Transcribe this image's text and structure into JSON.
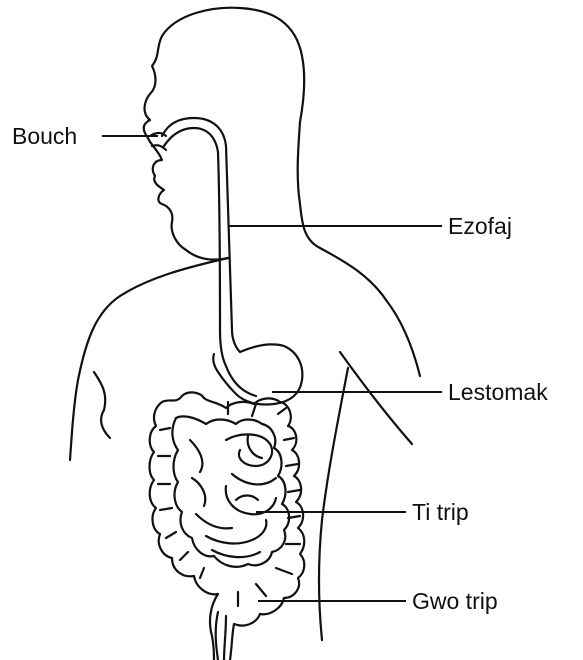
{
  "labels": {
    "mouth": "Bouch",
    "esophagus": "Ezofaj",
    "stomach": "Lestomak",
    "small_intestine": "Ti trip",
    "large_intestine": "Gwo trip"
  },
  "colors": {
    "line": "#111111",
    "background": "#ffffff"
  }
}
